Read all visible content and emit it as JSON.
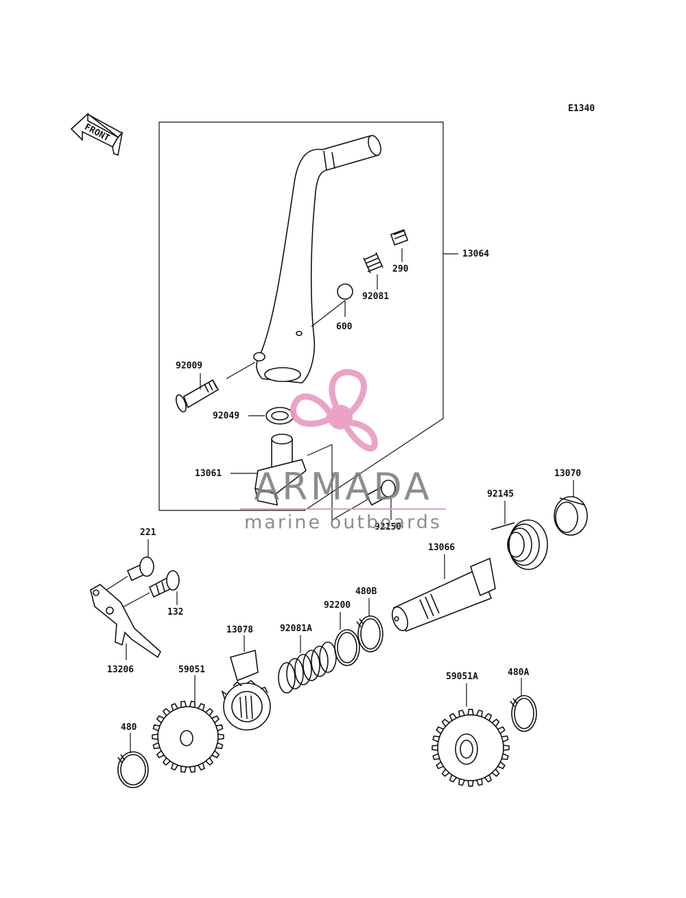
{
  "diagram_code": "E1340",
  "front_label": "FRONT",
  "watermark": {
    "brand": "ARMADA",
    "tagline": "marine outboards",
    "accent": "#e89ac0",
    "gray": "#7a7a7a"
  },
  "parts": {
    "p13064": "13064",
    "p290": "290",
    "p92081": "92081",
    "p600": "600",
    "p92009": "92009",
    "p92049": "92049",
    "p13061": "13061",
    "p92150": "92150",
    "p13070": "13070",
    "p92145": "92145",
    "p13066": "13066",
    "p221": "221",
    "p132": "132",
    "p13206": "13206",
    "p480B": "480B",
    "p92200": "92200",
    "p13078": "13078",
    "p92081A": "92081A",
    "p59051": "59051",
    "p480": "480",
    "p59051A": "59051A",
    "p480A": "480A"
  }
}
